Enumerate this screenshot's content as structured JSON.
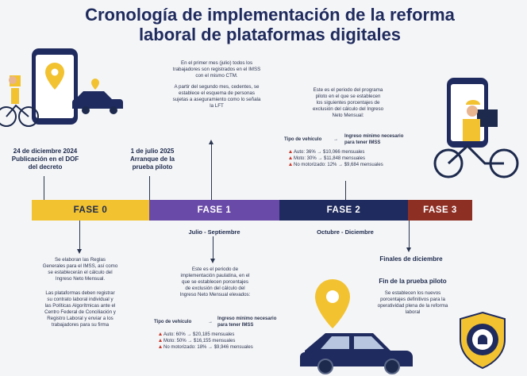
{
  "title": {
    "line1": "Cronología de implementación de la reforma",
    "line2": "laboral de plataformas digitales"
  },
  "milestones": {
    "m1_date": "24 de diciembre 2024",
    "m1_desc_1": "Publicación en el DOF",
    "m1_desc_2": "del decreto",
    "m2_date": "1 de julio 2025",
    "m2_desc_1": "Arranque de la",
    "m2_desc_2": "prueba piloto",
    "m3_title": "Finales de diciembre",
    "m4_title": "Fin de la prueba piloto"
  },
  "phases": [
    {
      "label": "FASE 0",
      "color": "#f2c230",
      "text_color": "#1d2a4d"
    },
    {
      "label": "FASE 1",
      "color": "#6a4aa8",
      "text_color": "#ffffff"
    },
    {
      "label": "FASE 2",
      "color": "#1f2b5e",
      "text_color": "#ffffff"
    },
    {
      "label": "FASE 3",
      "color": "#8e2f24",
      "text_color": "#ffffff"
    }
  ],
  "periods": {
    "fase1": "Julio - Septiembre",
    "fase2": "Octubre - Diciembre"
  },
  "notes": {
    "top_center_1": "En el primer mes (julio) todos los",
    "top_center_2": "trabajadores son registrados en el IMSS",
    "top_center_3": "con el mismo CTM.",
    "top_center_4": "A partir del segundo mes, cedentes, se",
    "top_center_5": "establece el esquema de personas",
    "top_center_6": "sujetas a aseguramiento como lo señala",
    "top_center_7": "la LFT",
    "top_right_1": "Este es el periodo del programa",
    "top_right_2": "piloto en el que se establecen",
    "top_right_3": "los siguientes porcentajes de",
    "top_right_4": "exclusión del cálculo del Ingreso",
    "top_right_5": "Neto Mensual:",
    "bottom_left_1": "Se elaboran las Reglas",
    "bottom_left_2": "Generales para el IMSS, así como",
    "bottom_left_3": "se establecerán el cálculo del",
    "bottom_left_4": "Ingreso Neto Mensual.",
    "bottom_left_5": "Las plataformas deben registrar",
    "bottom_left_6": "su contrato laboral individual y",
    "bottom_left_7": "las Políticas Algorítmicas ante el",
    "bottom_left_8": "Centro Federal de Conciliación y",
    "bottom_left_9": "Registro Laboral y enviar a los",
    "bottom_left_10": "trabajadores para su firma",
    "bottom_center_1": "Este es el periodo de",
    "bottom_center_2": "implementación paulatina, en el",
    "bottom_center_3": "que se establecen porcentajes",
    "bottom_center_4": "de exclusión del cálculo del",
    "bottom_center_5": "Ingreso Neto Mensual elevados:",
    "bottom_right_1": "Se establecen los nuevos",
    "bottom_right_2": "porcentajes definitivos para la",
    "bottom_right_3": "operatividad plena de la reforma",
    "bottom_right_4": "laboral"
  },
  "table_right": {
    "col1": "Tipo de vehículo",
    "col2_1": "Ingreso mínimo necesario",
    "col2_2": "para tener IMSS",
    "rows": [
      {
        "vehicle": "Auto: 36%",
        "income": "→ $10,066 mensuales"
      },
      {
        "vehicle": "Moto: 30%",
        "income": "→ $11,848 mensuales"
      },
      {
        "vehicle": "No motorizado: 12%",
        "income": "→ $9,684 mensuales"
      }
    ]
  },
  "table_bottom": {
    "col1": "Tipo de vehículo",
    "col2_1": "Ingreso mínimo necesario",
    "col2_2": "para tener IMSS",
    "rows": [
      {
        "vehicle": "Auto: 60%",
        "income": "→ $20,185 mensuales"
      },
      {
        "vehicle": "Moto: 50%",
        "income": "→ $16,155 mensuales"
      },
      {
        "vehicle": "No motorizado: 18%",
        "income": "→ $9,946 mensuales"
      }
    ]
  },
  "colors": {
    "title": "#1f2b5e",
    "pin": "#f2c230",
    "car": "#1f2b5e"
  },
  "icons": [
    "phone-pin-icon",
    "car-icon",
    "cyclist-icon",
    "location-pin-icon",
    "seal-icon"
  ]
}
